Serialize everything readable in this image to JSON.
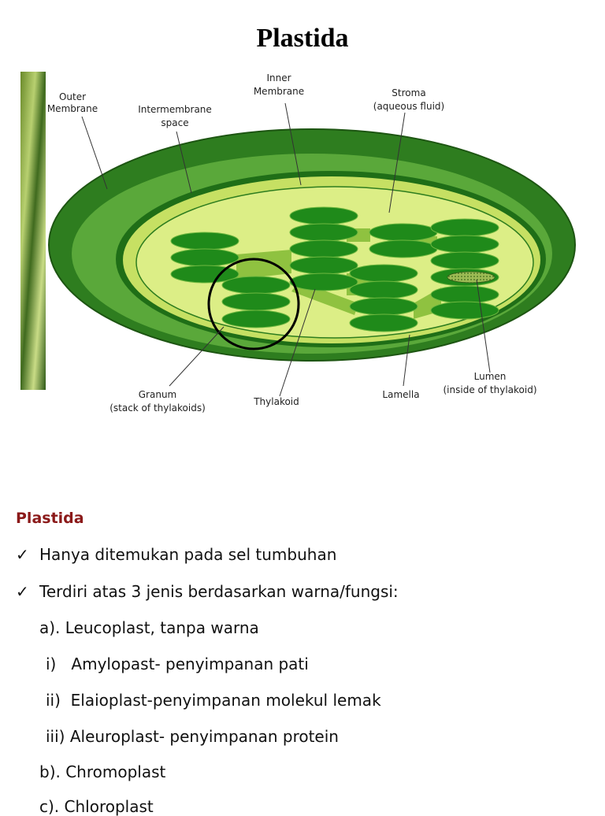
{
  "title": "Plastida",
  "diagram": {
    "labels": {
      "outer_membrane_1": "Outer",
      "outer_membrane_2": "Membrane",
      "intermembrane_1": "Intermembrane",
      "intermembrane_2": "space",
      "inner_membrane_1": "Inner",
      "inner_membrane_2": "Membrane",
      "stroma_1": "Stroma",
      "stroma_2": "(aqueous fluid)",
      "granum_1": "Granum",
      "granum_2": "(stack of thylakoids)",
      "thylakoid": "Thylakoid",
      "lamella": "Lamella",
      "lumen_1": "Lumen",
      "lumen_2": "(inside of thylakoid)"
    },
    "colors": {
      "outer": "#2e7d1f",
      "intermembrane": "#5aa83a",
      "inner": "#c6e063",
      "stroma": "#dcee86",
      "thylakoid": "#1f8a1a"
    }
  },
  "content": {
    "heading": "Plastida",
    "check_symbol": "✓",
    "items": [
      "Hanya ditemukan pada sel tumbuhan",
      "Terdiri atas 3 jenis berdasarkan warna/fungsi:"
    ],
    "sub_a": "a). Leucoplast, tanpa warna",
    "sub_i": "i)   Amylopast- penyimpanan pati",
    "sub_ii": "ii)  Elaioplast-penyimpanan molekul lemak",
    "sub_iii": "iii) Aleuroplast- penyimpanan protein",
    "sub_b": "b). Chromoplast",
    "sub_c": "c). Chloroplast"
  }
}
